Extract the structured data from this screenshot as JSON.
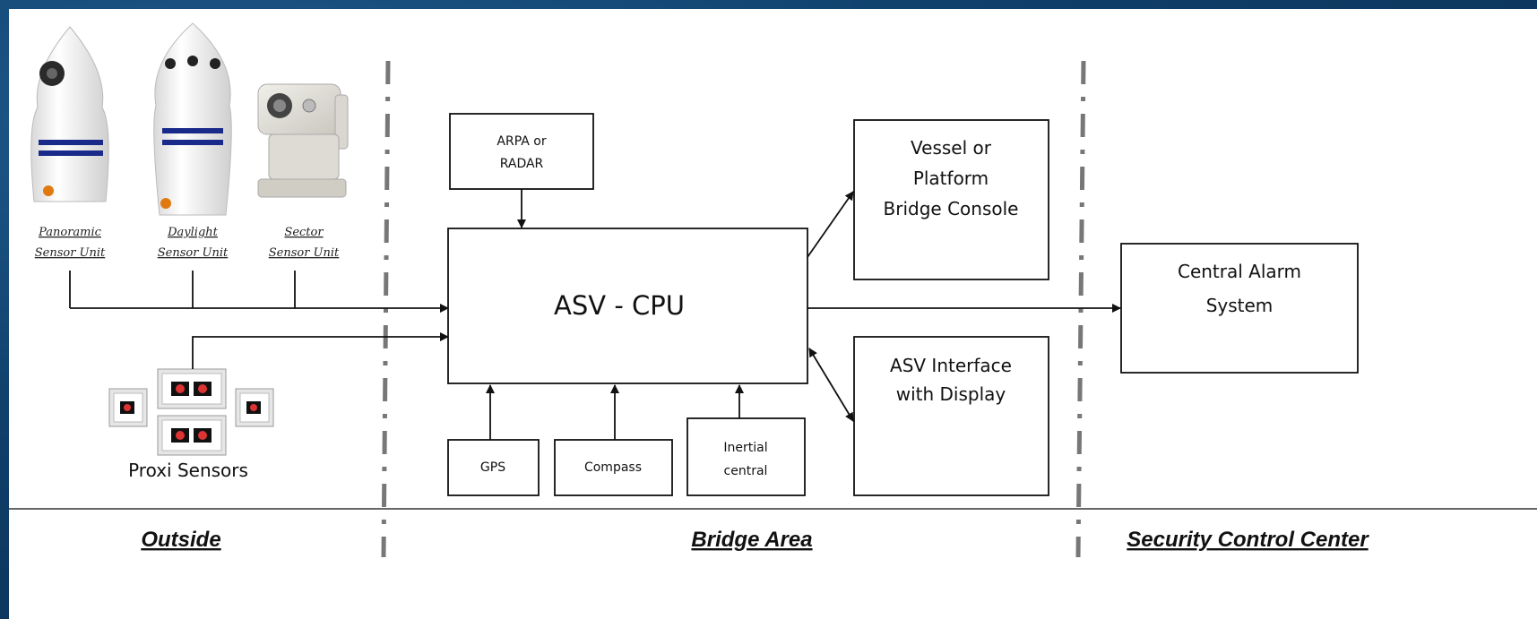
{
  "cameras": {
    "panoramic": [
      "Panoramic",
      "Sensor Unit"
    ],
    "daylight": [
      "Daylight",
      "Sensor Unit"
    ],
    "sector": [
      "Sector",
      "Sensor Unit"
    ]
  },
  "proxi_label": "Proxi Sensors",
  "boxes": {
    "arpa": [
      "ARPA or",
      "RADAR"
    ],
    "cpu": "ASV - CPU",
    "gps": "GPS",
    "compass": "Compass",
    "inertial": [
      "Inertial",
      "central"
    ],
    "vessel": [
      "Vessel or",
      "Platform",
      "Bridge Console"
    ],
    "interface": [
      "ASV Interface",
      "with Display"
    ],
    "alarm": [
      "Central Alarm",
      "System"
    ]
  },
  "zones": {
    "outside": "Outside",
    "bridge": "Bridge Area",
    "security": "Security Control Center"
  }
}
